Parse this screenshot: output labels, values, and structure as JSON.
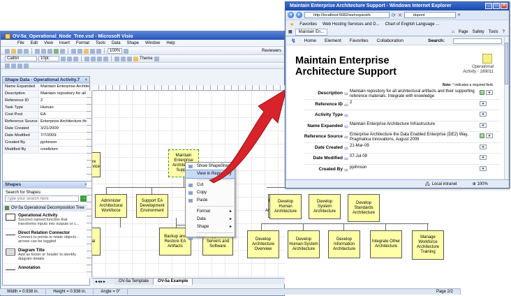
{
  "visio": {
    "title": "OV-5a_Operational_Node_Tree.vsd - Microsoft Visio",
    "menu": [
      "File",
      "Edit",
      "View",
      "Insert",
      "Format",
      "Tools",
      "Data",
      "Shape",
      "Window",
      "Help"
    ],
    "font_name": "Calibri",
    "font_size": "10pt.",
    "zoom": "100%",
    "theme_label": "Theme",
    "reviewers_label": "Reviewers",
    "shape_data": {
      "title": "Shape Data - Operational Activity.7",
      "rows": [
        {
          "k": "Name Expanded",
          "v": "Maintain Enterprise Architect"
        },
        {
          "k": "Description",
          "v": "Maintain repository for all arc"
        },
        {
          "k": "Reference ID",
          "v": "2"
        },
        {
          "k": "Task Type",
          "v": "Human"
        },
        {
          "k": "Cost Pool",
          "v": "EA"
        },
        {
          "k": "Reference Source",
          "v": "Enterprise Architecture the D"
        },
        {
          "k": "Date Created",
          "v": "3/21/2009"
        },
        {
          "k": "Date Modified",
          "v": "7/7/2009"
        },
        {
          "k": "Created By",
          "v": "pjohnson"
        },
        {
          "k": "Modified By",
          "v": "cmelblom"
        }
      ]
    },
    "shapes": {
      "title": "Shapes",
      "search_label": "Search for Shapes:",
      "search_placeholder": "Type your search here",
      "stencil": "OV-5a Operational Decomposition Tree",
      "items": [
        {
          "name": "Operational Activity",
          "desc": "Succinct named function that transforms inputs into outputs or c..."
        },
        {
          "name": "Direct Relation Connector",
          "desc": "Connect to points to relate objects - arrows can be toggled"
        },
        {
          "name": "Diagram Title",
          "desc": "Add as footer or header to identify diagram details"
        },
        {
          "name": "Annotation",
          "desc": ""
        }
      ]
    },
    "nodes": {
      "n_sel": "Maintain Enterprise Architecture Support",
      "n_left_cut": "ure Service",
      "n_admin": "Administer Architectural Workforce",
      "n_support_env": "Support EA Development Environment",
      "n_backup": "Backup and Restore EA Artifacts",
      "n_servers": "Support EA Servers and Software",
      "n_left_bottom": "ral",
      "n_dev_human": "Develop Human Architecture",
      "n_dev_system": "Develop System Architecture",
      "n_dev_standards": "Develop Standards Architecture",
      "n_overview": "Develop Architecture Overview",
      "n_human_system": "Develop Human-System Architecture",
      "n_info": "Develop Information Architecture",
      "n_integrate": "Integrate Other Architecture",
      "n_manage": "Manage Workforce Architecture Training"
    },
    "context_menu": {
      "items": [
        "Show ShapeSheet",
        "View in Repository",
        "Cut",
        "Copy",
        "Paste",
        "Format",
        "Data",
        "Shape",
        "Help"
      ]
    },
    "page_tabs": [
      "OV-5a Template",
      "OV-5a Example"
    ],
    "status": {
      "width": "Width = 0.938 in.",
      "height": "Height = 0.938 in.",
      "angle": "Angle = 0°",
      "page": "Page 2/2"
    }
  },
  "ie": {
    "title": "Maintain Enterprise Architecture Support - Windows Internet Explorer",
    "address": "http://localhost:5082/ws/request/e",
    "search_value": "dupont",
    "favorites_label": "Favorites",
    "fav_links": [
      "Web Hosting Services and D...",
      "Chart of English Language ..."
    ],
    "tab_label": "Maintain En...",
    "tools": [
      "Page",
      "Safety",
      "Tools"
    ],
    "nav": [
      "Home",
      "Element",
      "Favorites",
      "Collaboration"
    ],
    "search_label": "Search:",
    "doc_title": "Maintain Enterprise Architecture Support",
    "doc_type_line1": "Operational",
    "doc_type_line2": "Activity - 189011",
    "req_note_prefix": "Note:",
    "req_note": "* indicates a required field.",
    "fields": [
      {
        "label": "Description",
        "value": "Maintain repository for all architectural artifacts and their supporting reference materials. Integrate with knowledge"
      },
      {
        "label": "Reference ID",
        "value": "2"
      },
      {
        "label": "Activity Type",
        "value": ""
      },
      {
        "label": "Name Expanded",
        "value": "Maintain Enterprise Architecture Infrastructure"
      },
      {
        "label": "Reference Source",
        "value": "Enterprise Architecture the Data Enabled Enterprise (DE2) Way, Pragmatica Innovations, August 2009"
      },
      {
        "label": "Date Created",
        "value": "21-Mar-09"
      },
      {
        "label": "Date Modified",
        "value": "07-Jul-09"
      },
      {
        "label": "Created By",
        "value": "pjohnson"
      }
    ],
    "zone": "Local intranet",
    "zoom": "100%"
  },
  "colors": {
    "node_fill": "#ffffa8",
    "arrow_red": "#d8232a",
    "title_blue": "#2754b8"
  }
}
